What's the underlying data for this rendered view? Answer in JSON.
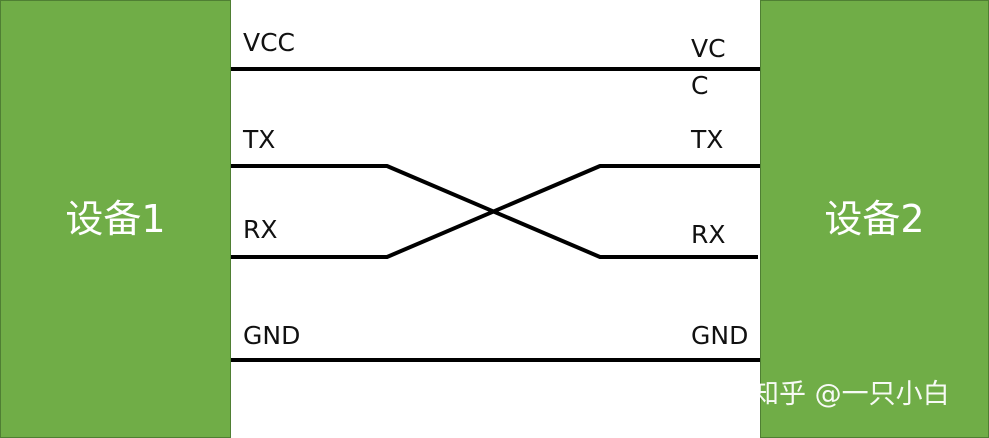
{
  "colors": {
    "device_fill": "#70ad47",
    "wire": "#000000"
  },
  "devices": {
    "left": {
      "label": "设备1"
    },
    "right": {
      "label": "设备2"
    }
  },
  "pins": {
    "left": {
      "vcc": "VCC",
      "tx": "TX",
      "rx": "RX",
      "gnd": "GND"
    },
    "right": {
      "vcc": "VCC",
      "tx": "TX",
      "rx": "RX",
      "gnd": "GND"
    }
  },
  "watermark": "知乎 @一只小白"
}
